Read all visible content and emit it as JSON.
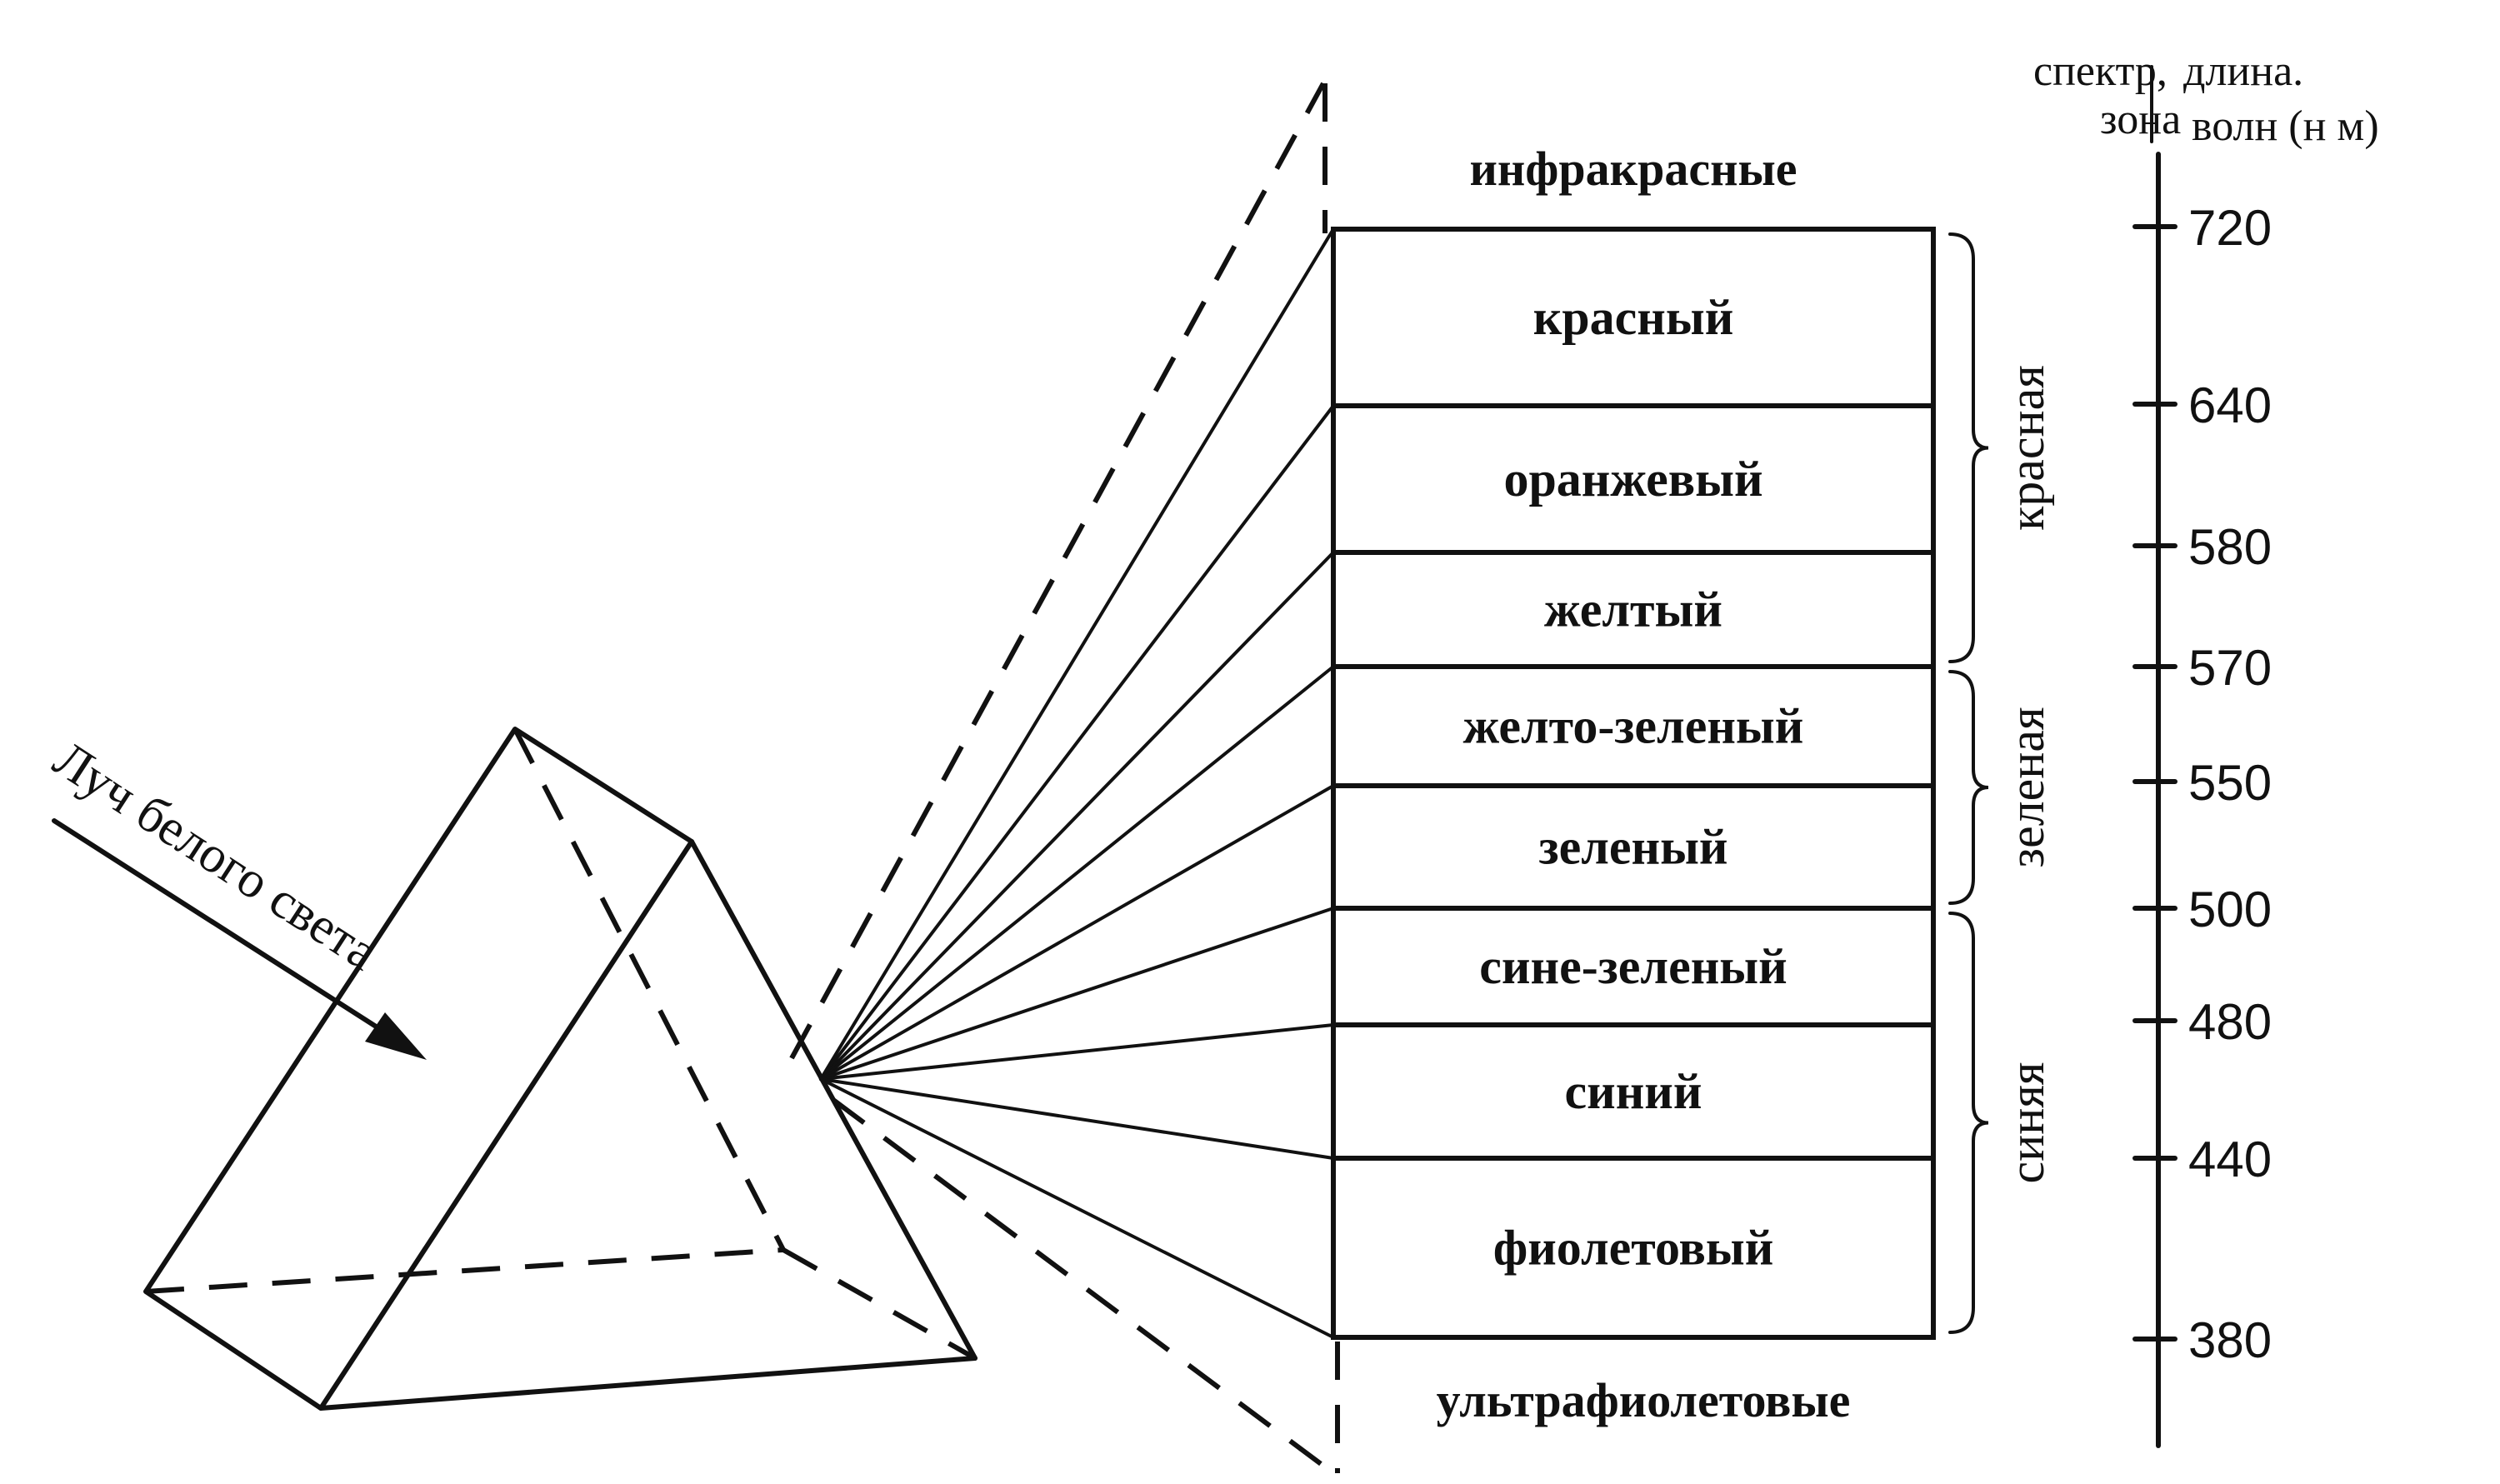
{
  "header": {
    "zone_line1": "спектр,",
    "zone_line2": "зона",
    "wave_line1": "длина.",
    "wave_line2": "волн (н м)"
  },
  "beam_label": "Луч белого света",
  "outside": {
    "top": "инфракрасные",
    "bottom": "ультрафиолетовые"
  },
  "bands": [
    {
      "label": "красный"
    },
    {
      "label": "оранжевый"
    },
    {
      "label": "желтый"
    },
    {
      "label": "желто-зеленый"
    },
    {
      "label": "зеленый"
    },
    {
      "label": "сине-зеленый"
    },
    {
      "label": "синий"
    },
    {
      "label": "фиолетовый"
    }
  ],
  "zones": [
    {
      "label": "красная"
    },
    {
      "label": "зеленая"
    },
    {
      "label": "синяя"
    }
  ],
  "ticks": [
    {
      "label": "720",
      "nm": 720
    },
    {
      "label": "640",
      "nm": 640
    },
    {
      "label": "580",
      "nm": 580
    },
    {
      "label": "570",
      "nm": 570
    },
    {
      "label": "550",
      "nm": 550
    },
    {
      "label": "500",
      "nm": 500
    },
    {
      "label": "480",
      "nm": 480
    },
    {
      "label": "440",
      "nm": 440
    },
    {
      "label": "380",
      "nm": 380
    }
  ]
}
